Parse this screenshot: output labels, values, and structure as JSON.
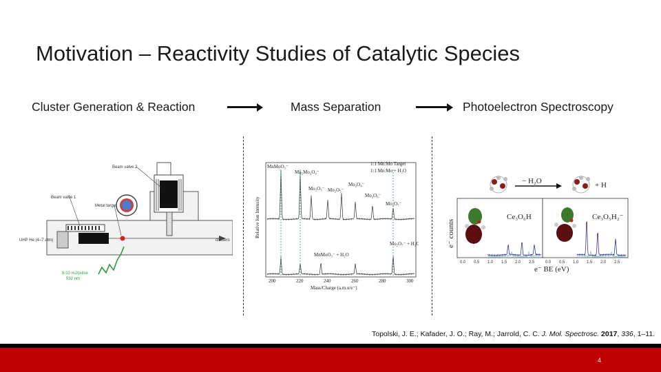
{
  "title": "Motivation – Reactivity Studies of Catalytic Species",
  "flow": {
    "step1": "Cluster Generation & Reaction",
    "step2": "Mass Separation",
    "step3": "Photoelectron Spectroscopy"
  },
  "apparatus": {
    "beam_valve_2": "Beam valve 2",
    "beam_valve_1": "Beam valve 1",
    "metal_target": "Metal target",
    "uhp_he": "UHP He (4–7 atm)",
    "clusters": "clusters",
    "laser_line1": "8-10 mJ/pulse",
    "laser_line2": "532 nm"
  },
  "mass_spectrum": {
    "ylabel": "Relative Ion Intensity",
    "xlabel": "Mass/Charge (a.m.u/e⁻)",
    "ticks": [
      "200",
      "220",
      "240",
      "260",
      "280",
      "300"
    ],
    "legend_line1": "1:1 Mn:Mo Target",
    "legend_line2": "1:1 Mn:Mo + H₂O",
    "peak_labels": [
      "MnMoO₃⁻",
      "Mn₂Mo₂O₄⁻",
      "Mo₂O₃⁻",
      "Mo₂O₅⁻",
      "Mo₂O₄⁻",
      "Mo₂O₆⁻",
      "Mo₂O₇⁻"
    ],
    "water_label1": "MnMoO₃⁻ + H₂O",
    "water_label2": "Mo₂O₇⁻ + H₂O"
  },
  "pes": {
    "reaction_label": "− H₂O",
    "h2_label": "+ H",
    "species1": "Ce₃O₆H",
    "species2": "Ce₃O₅H₂⁻",
    "ylabel": "e⁻ counts",
    "xlabel": "e⁻ BE (eV)",
    "ticks": [
      "0.0",
      "0.5",
      "1.0",
      "1.5",
      "2.0",
      "2.5",
      "0.0",
      "0.5",
      "1.0",
      "1.5",
      "2.0",
      "2.5"
    ]
  },
  "citation": {
    "authors": "Topolski, J. E.; Kafader, J. O.; Ray, M.; Jarrold, C. C. ",
    "journal": "J. Mol. Spectrosc.",
    "year": "2017",
    "volume": "336",
    "pages": ", 1–11."
  },
  "page_number": "4",
  "colors": {
    "footer_red": "#c00000",
    "footer_black": "#000000",
    "spectrum_blue": "#1a1a8c",
    "pes_light": "#7ab6d8",
    "marker_green": "#2a9d3a"
  }
}
